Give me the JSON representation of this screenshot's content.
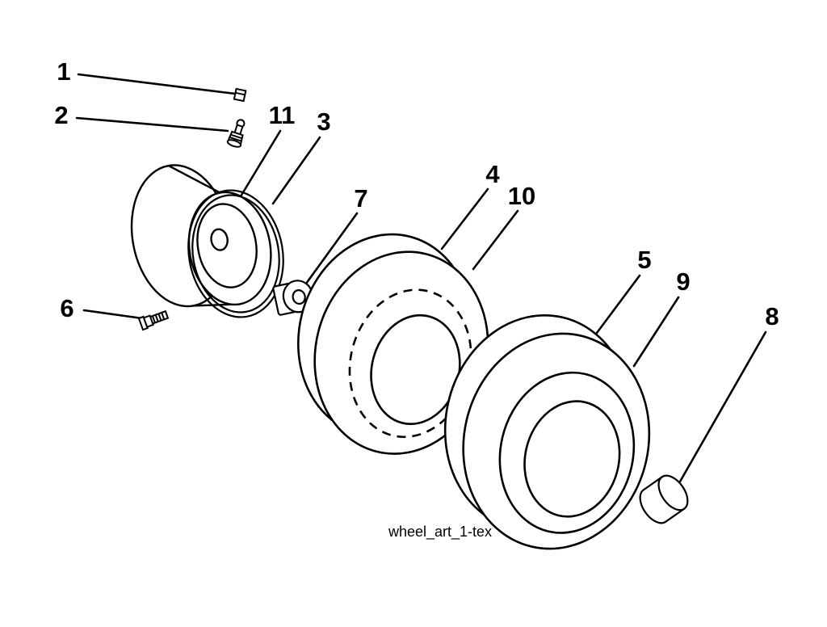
{
  "page": {
    "background": "#ffffff",
    "ink": "#000000"
  },
  "diagram": {
    "caption": "wheel_art_1-tex",
    "callouts": [
      {
        "label": "1"
      },
      {
        "label": "2"
      },
      {
        "label": "3"
      },
      {
        "label": "4"
      },
      {
        "label": "5"
      },
      {
        "label": "6"
      },
      {
        "label": "7"
      },
      {
        "label": "8"
      },
      {
        "label": "9"
      },
      {
        "label": "10"
      },
      {
        "label": "11"
      }
    ]
  }
}
